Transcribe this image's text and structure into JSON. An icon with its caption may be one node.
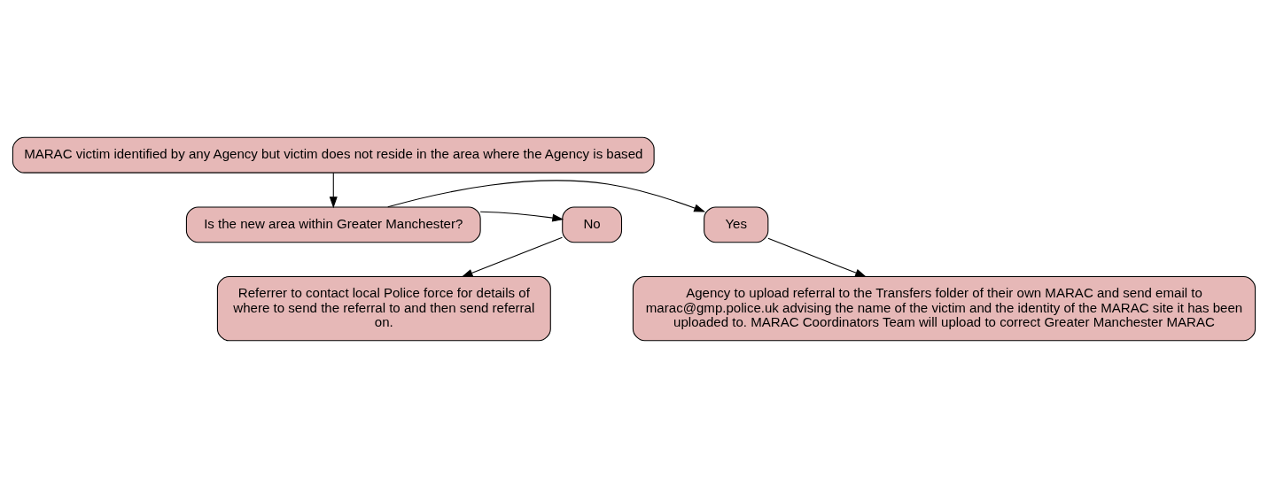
{
  "diagram": {
    "nodes": [
      {
        "text": [
          "MARAC victim identified by any Agency but victim does not reside in the area where the Agency is based"
        ]
      },
      {
        "text": [
          "Is the new area within Greater Manchester?"
        ]
      },
      {
        "text": [
          "Yes"
        ]
      },
      {
        "text": [
          "No"
        ]
      },
      {
        "text": [
          "Referrer to contact local Police force for details of where to send the referral to and then send referral on."
        ]
      },
      {
        "text": [
          "Agency to upload referral to the Transfers folder of their own MARAC and send email to marac@gmp.police.uk advising the name of the victim and the identity of the MARAC site it has been uploaded to. MARAC Coordinators Team will upload to correct Greater Manchester MARAC"
        ]
      }
    ],
    "edges": [
      {
        "from": 0,
        "to": 1,
        "arrow": "to"
      },
      {
        "from": 1,
        "to": 2,
        "arrow": "to"
      },
      {
        "from": 1,
        "to": 3,
        "arrow": "to"
      },
      {
        "from": 3,
        "to": 4,
        "arrow": "to"
      },
      {
        "from": 2,
        "to": 5,
        "arrow": "to"
      }
    ]
  }
}
